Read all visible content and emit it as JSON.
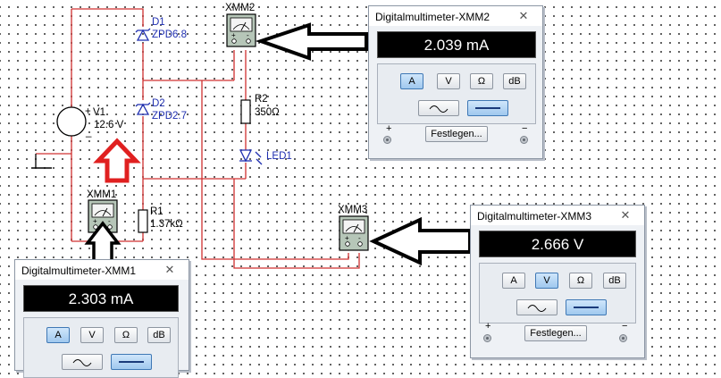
{
  "schematic": {
    "labels": {
      "d1_name": "D1",
      "d1_value": "ZPD6.8",
      "d2_name": "D2",
      "d2_value": "ZPD2.7",
      "v1_name": "V1",
      "v1_value": "12.6 V",
      "v1_plus": "+",
      "v1_minus": "_",
      "r2_name": "R2",
      "r2_value": "350Ω",
      "led_name": "LED1",
      "r1_name": "R1",
      "r1_value": "1.37kΩ",
      "xmm1": "XMM1",
      "xmm2": "XMM2",
      "xmm3": "XMM3",
      "meter_plus": "+",
      "meter_minus": "-"
    },
    "colors": {
      "wire": "#d03030",
      "component_blue": "#1f2fb0",
      "arrow_red": "#e02020",
      "arrow_black": "#000000"
    }
  },
  "meters": {
    "xmm2": {
      "title": "Digitalmultimeter-XMM2",
      "close": "✕",
      "reading": "2.039 mA",
      "buttons": [
        "A",
        "V",
        "Ω",
        "dB"
      ],
      "active": "A",
      "set_label": "Festlegen...",
      "plus": "+",
      "minus": "−"
    },
    "xmm3": {
      "title": "Digitalmultimeter-XMM3",
      "close": "✕",
      "reading": "2.666 V",
      "buttons": [
        "A",
        "V",
        "Ω",
        "dB"
      ],
      "active": "V",
      "set_label": "Festlegen...",
      "plus": "+",
      "minus": "−"
    },
    "xmm1": {
      "title": "Digitalmultimeter-XMM1",
      "close": "✕",
      "reading": "2.303 mA",
      "buttons": [
        "A",
        "V",
        "Ω",
        "dB"
      ],
      "active": "A"
    }
  }
}
